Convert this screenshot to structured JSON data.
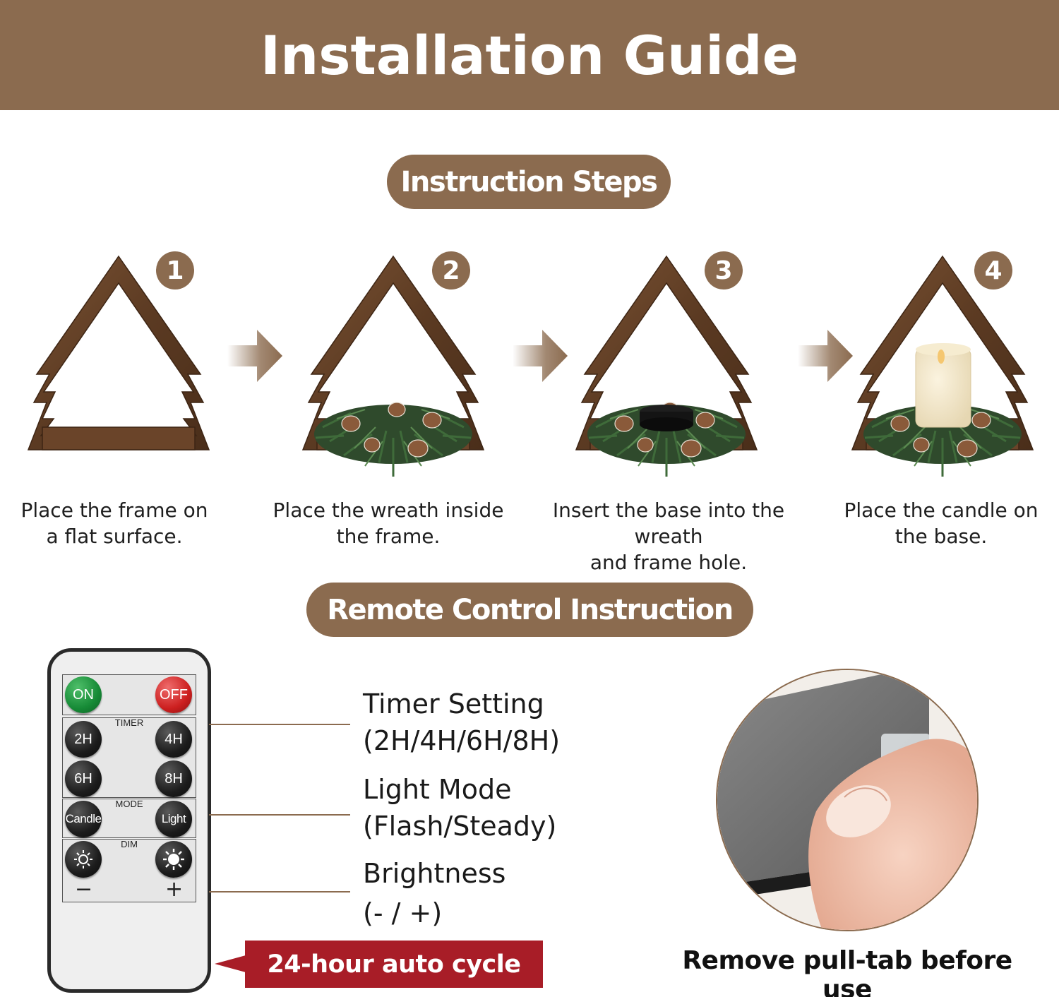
{
  "header": {
    "title": "Installation Guide"
  },
  "sections": {
    "steps_title": "Instruction Steps",
    "remote_title": "Remote Control Instruction"
  },
  "steps": [
    {
      "number": "1",
      "line1": "Place the frame on",
      "line2": "a flat surface."
    },
    {
      "number": "2",
      "line1": "Place the wreath inside",
      "line2": "the frame."
    },
    {
      "number": "3",
      "line1": "Insert the base into the wreath",
      "line2": "and frame hole."
    },
    {
      "number": "4",
      "line1": "Place the candle on",
      "line2": "the base."
    }
  ],
  "remote": {
    "on": "ON",
    "off": "OFF",
    "timer_label": "TIMER",
    "mode_label": "MODE",
    "dim_label": "DIM",
    "btn_2h": "2H",
    "btn_4h": "4H",
    "btn_6h": "6H",
    "btn_8h": "8H",
    "btn_candle": "Candle",
    "btn_light": "Light",
    "minus": "−",
    "plus": "+"
  },
  "callouts": {
    "timer_line1": "Timer Setting",
    "timer_line2": "(2H/4H/6H/8H)",
    "mode_line1": "Light Mode",
    "mode_line2": "(Flash/Steady)",
    "bright_line1": "Brightness",
    "bright_line2": "(- / +)"
  },
  "cycle_banner": "24-hour auto cycle",
  "pulltab_caption": "Remove pull-tab before use",
  "colors": {
    "brand_brown": "#8b6b4f",
    "wood_dark": "#5b3a22",
    "banner_red": "#a81d27",
    "on_green": "#168a36",
    "off_red": "#cc1f1f"
  },
  "icons": [
    "step-arrow-icon",
    "brightness-down-icon",
    "brightness-up-icon"
  ]
}
